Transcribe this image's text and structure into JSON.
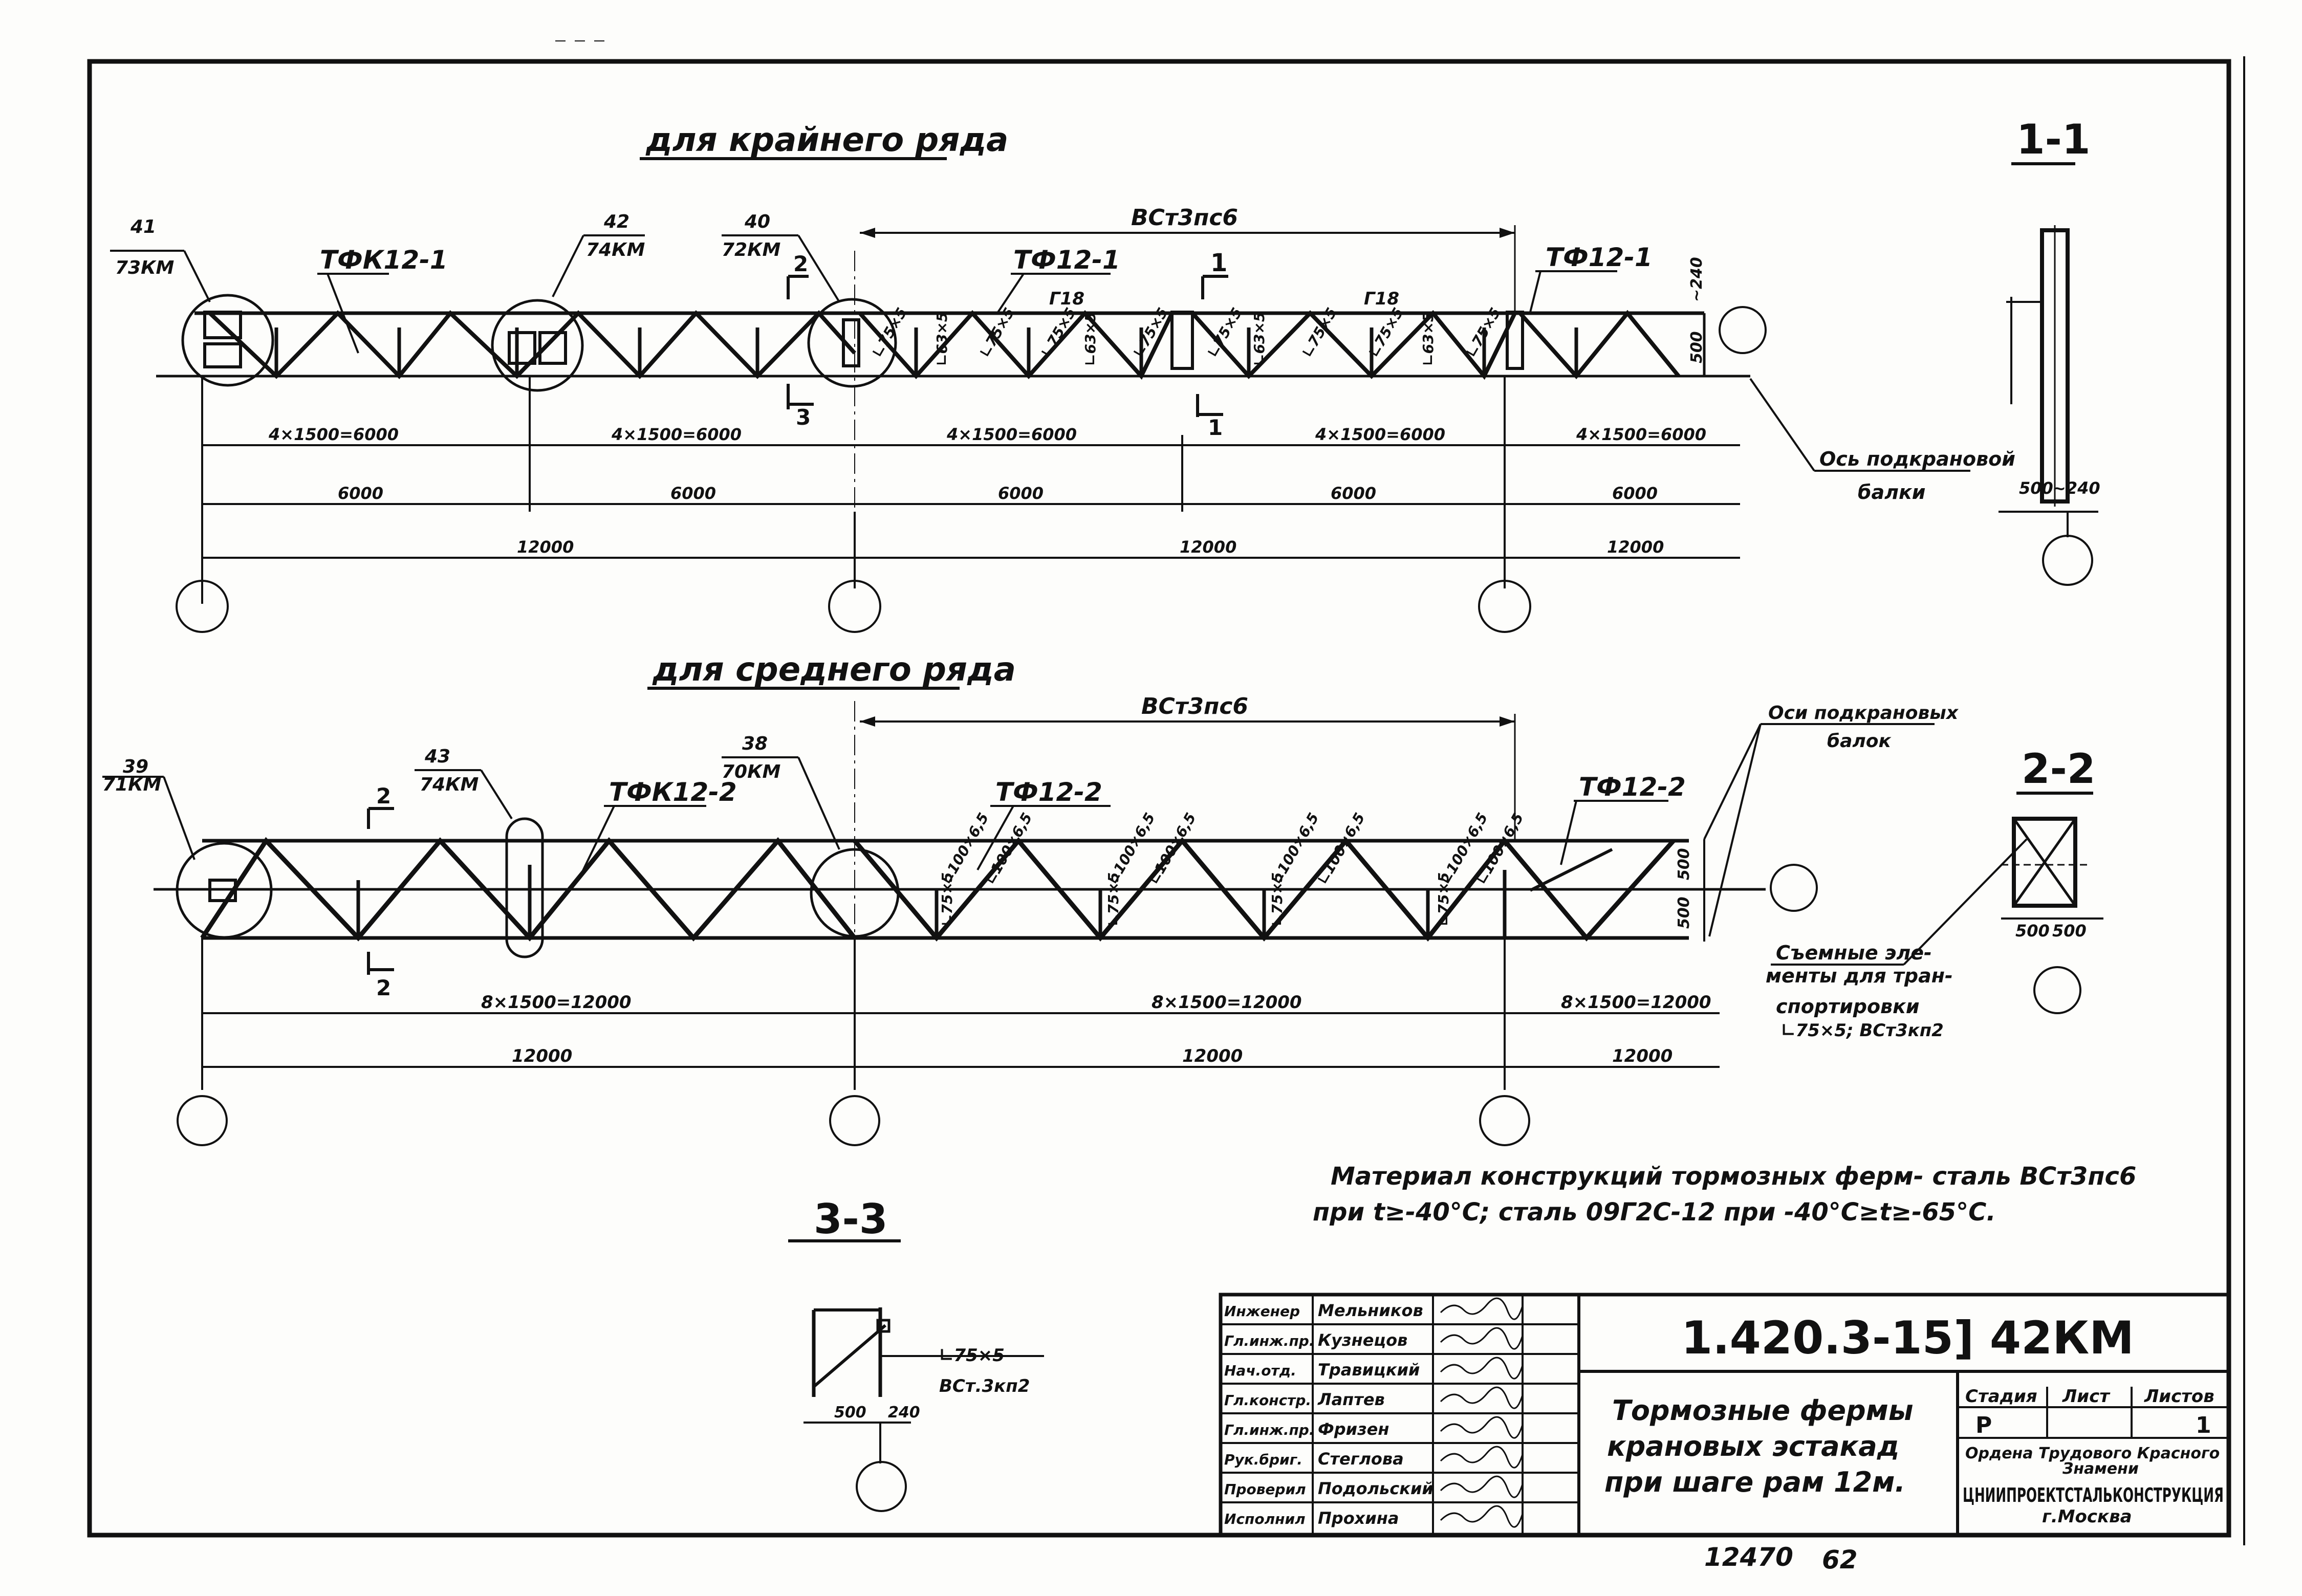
{
  "titles": {
    "outer_row": "для крайнего ряда",
    "middle_row": "для среднего ряда"
  },
  "outer": {
    "node_41": "41",
    "node_41_sheet": "73КМ",
    "node_42": "42",
    "node_42_sheet": "74КМ",
    "node_40": "40",
    "node_40_sheet": "72КМ",
    "truss_1": "ТФК12-1",
    "truss_2": "ТФ12-1",
    "truss_3": "ТФ12-1",
    "steel": "ВСт3пс6",
    "channel_1": "Г18",
    "channel_2": "Г18",
    "height_top": "~240",
    "height_bot": "500",
    "members": [
      "∟75×5",
      "∟63×5",
      "∟75×5",
      "∟75×5",
      "∟63×5",
      "∟75×5",
      "∟75×5",
      "∟63×5",
      "∟75×5",
      "∟75×5",
      "∟63×5",
      "∟75×5"
    ],
    "dims_panels": [
      "4×1500=6000",
      "4×1500=6000",
      "4×1500=6000",
      "4×1500=6000",
      "4×1500=6000"
    ],
    "dims_6000": [
      "6000",
      "6000",
      "6000",
      "6000",
      "6000"
    ],
    "dims_12000": [
      "12000",
      "12000",
      "12000"
    ],
    "crane_axis": "Ось подкрановой",
    "crane_axis_2": "балки",
    "sec_2": "2",
    "sec_3": "3",
    "sec_1": "1"
  },
  "section_1_1": {
    "title": "1-1",
    "dim_a": "500",
    "dim_b": "~240"
  },
  "middle": {
    "node_39": "39",
    "node_39_sheet": "71КМ",
    "node_43": "43",
    "node_43_sheet": "74КМ",
    "node_38": "38",
    "node_38_sheet": "70КМ",
    "truss_1": "ТФК12-2",
    "truss_2": "ТФ12-2",
    "truss_3": "ТФ12-2",
    "steel": "ВСт3пс6",
    "members": [
      "∟100×6,5",
      "∟75×5",
      "∟100×6,5",
      "∟100×6,5",
      "∟75×5",
      "∟100×6,5",
      "∟100×6,5",
      "∟75×5",
      "∟100×6,5",
      "∟100×6,5",
      "∟75×5",
      "∟100×6,5"
    ],
    "h_top": "500",
    "h_bot": "500",
    "dims_panels": [
      "8×1500=12000",
      "8×1500=12000",
      "8×1500=12000"
    ],
    "dims_12000": [
      "12000",
      "12000",
      "12000"
    ],
    "crane_axes": "Оси подкрановых",
    "crane_axes_2": "балок",
    "sec_2": "2"
  },
  "section_2_2": {
    "title": "2-2",
    "dim_a": "500",
    "dim_b": "500",
    "removable_1": "Съемные эле-",
    "removable_2": "менты для тран-",
    "removable_3": "спортировки",
    "removable_4": "∟75×5; ВСт3кп2"
  },
  "section_3_3": {
    "title": "3-3",
    "angle": "∟75×5",
    "steel": "ВСт.3кп2",
    "dim_a": "500",
    "dim_b": "240"
  },
  "note": {
    "line1": "Материал конструкций тормозных ферм- сталь ВСт3пс6",
    "line2": "при t≥-40°С; сталь 09Г2С-12 при -40°С≥t≥-65°С."
  },
  "stamp": {
    "roles": [
      "Инженер",
      "Гл.инж.пр.",
      "Нач.отд.",
      "Гл.констр.",
      "Гл.инж.пр.",
      "Рук.бриг.",
      "Проверил",
      "Исполнил"
    ],
    "names": [
      "Мельников",
      "Кузнецов",
      "Травицкий",
      "Лаптев",
      "Фризен",
      "Стеглова",
      "Подольский",
      "Прохина"
    ],
    "code": "1.420.3-15] 42КМ",
    "title_1": "Тормозные фермы",
    "title_2": "крановых эстакад",
    "title_3": "при шаге рам 12м.",
    "stage_label": "Стадия",
    "sheet_label": "Лист",
    "sheets_label": "Листов",
    "stage": "Р",
    "sheets": "1",
    "org_1": "Ордена Трудового Красного",
    "org_2": "Знамени",
    "org_3": "ЦНИИПРОЕКТСТАЛЬКОНСТРУКЦИЯ",
    "org_4": "г.Москва"
  },
  "footer": {
    "inv": "12470",
    "page": "62"
  }
}
